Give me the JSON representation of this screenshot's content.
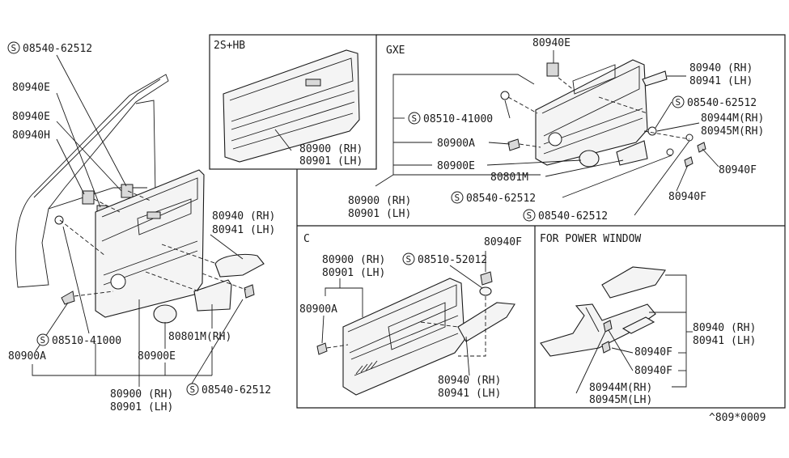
{
  "sections": {
    "s2hb": "2S+HB",
    "gxe": "GXE",
    "c": "C",
    "power": "FOR POWER WINDOW"
  },
  "screw_symbol": "S",
  "labels": {
    "main_08540_62512_top": "08540-62512",
    "main_80940E_a": "80940E",
    "main_80940E_b": "80940E",
    "main_80940H": "80940H",
    "main_80940_rh": "80940 (RH)",
    "main_80941_lh": "80941 (LH)",
    "main_08510_41000": "08510-41000",
    "main_80801M_rh": "80801M(RH)",
    "main_80900A": "80900A",
    "main_80900E": "80900E",
    "main_08540_62512_bottom": "08540-62512",
    "main_80900_rh": "80900 (RH)",
    "main_80901_lh": "80901 (LH)",
    "s2hb_80900_rh": "80900 (RH)",
    "s2hb_80901_lh": "80901 (LH)",
    "gxe_80940E": "80940E",
    "gxe_80940_rh": "80940 (RH)",
    "gxe_80941_lh": "80941 (LH)",
    "gxe_08540_62512_a": "08540-62512",
    "gxe_80944M_rh": "80944M(RH)",
    "gxe_80945M_rh": "80945M(RH)",
    "gxe_08510_41000": "08510-41000",
    "gxe_80900A": "80900A",
    "gxe_80900E": "80900E",
    "gxe_80801M": "80801M",
    "gxe_80940F_a": "80940F",
    "gxe_80940F_b": "80940F",
    "gxe_08540_62512_b": "08540-62512",
    "gxe_08540_62512_c": "08540-62512",
    "gxe_80900_rh": "80900 (RH)",
    "gxe_80901_lh": "80901 (LH)",
    "c_80940F": "80940F",
    "c_80900_rh": "80900 (RH)",
    "c_08510_52012": "08510-52012",
    "c_80901_lh": "80901 (LH)",
    "c_80900A": "80900A",
    "c_80940_rh": "80940 (RH)",
    "c_80941_lh": "80941 (LH)",
    "pw_80940_rh": "80940 (RH)",
    "pw_80941_lh": "80941 (LH)",
    "pw_80940F_a": "80940F",
    "pw_80940F_b": "80940F",
    "pw_80944M_rh": "80944M(RH)",
    "pw_80945M_lh": "80945M(LH)"
  },
  "footer_code": "^809*0009"
}
